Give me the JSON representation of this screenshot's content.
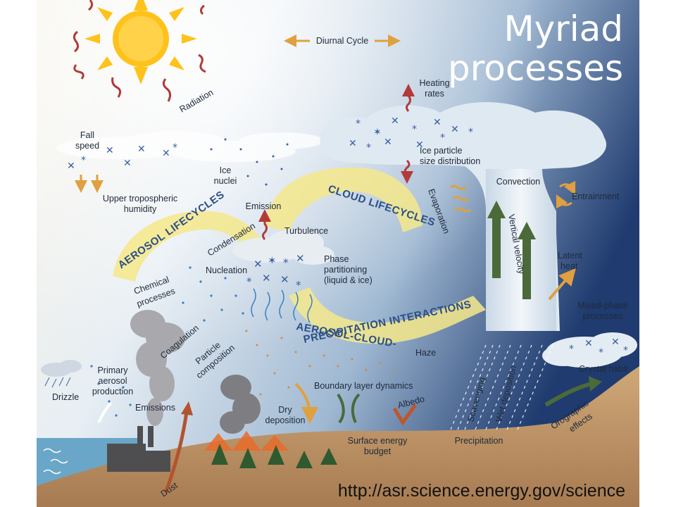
{
  "title": {
    "line1": "Myriad",
    "line2": "processes"
  },
  "source_url": "http://asr.science.energy.gov/science",
  "bands": {
    "cloud_lifecycles": "CLOUD LIFECYCLES",
    "aerosol_lifecycles": "AEROSOL LIFECYCLES",
    "aci_line1": "AEROSOL-CLOUD-",
    "aci_line2": "PRECIPITATION INTERACTIONS"
  },
  "labels": {
    "diurnal_cycle": "Diurnal Cycle",
    "heating_rates_1": "Heating",
    "heating_rates_2": "rates",
    "radiation": "Radiation",
    "fall_speed_1": "Fall",
    "fall_speed_2": "speed",
    "ice_nuclei_1": "Ice",
    "ice_nuclei_2": "nuclei",
    "ice_psd_1": "Ice particle",
    "ice_psd_2": "size distribution",
    "upper_trop_1": "Upper tropospheric",
    "upper_trop_2": "humidity",
    "emission": "Emission",
    "evaporation": "Evaporation",
    "convection": "Convection",
    "entrainment": "Entrainment",
    "condensation": "Condensation",
    "turbulence": "Turbulence",
    "nucleation": "Nucleation",
    "phase_1": "Phase",
    "phase_2": "partitioning",
    "phase_3": "(liquid & ice)",
    "vertical_velocity": "Vertical velocity",
    "latent_heat_1": "Latent",
    "latent_heat_2": "heat",
    "chemical_1": "Chemical",
    "chemical_2": "processes",
    "mixed_phase_1": "Mixed-phase",
    "mixed_phase_2": "processes",
    "coagulation": "Coagulation",
    "particle_comp_1": "Particle",
    "particle_comp_2": "composition",
    "haze": "Haze",
    "crystal_habit": "Crystal habit",
    "primary_1": "Primary",
    "primary_2": "aerosol",
    "primary_3": "production",
    "drizzle": "Drizzle",
    "boundary_layer": "Boundary layer dynamics",
    "scavenging": "Scavenging",
    "wet_deposition": "Wet deposition",
    "emissions": "Emissions",
    "dry_dep_1": "Dry",
    "dry_dep_2": "deposition",
    "albedo": "Albedo",
    "orographic_1": "Orographic",
    "orographic_2": "effects",
    "surface_energy_1": "Surface energy",
    "surface_energy_2": "budget",
    "precipitation": "Precipitation",
    "dust": "Dust"
  },
  "colors": {
    "sky_top": "#1e3a6e",
    "sky_light": "#eef4f8",
    "band_yellow": "#f4e88a",
    "band_text": "#2c4f86",
    "arrow_green": "#4a6a3a",
    "arrow_orange": "#e0a040",
    "arrow_red": "#b23a3a",
    "ground": "#c49a6c",
    "sun": "#ffc21a"
  }
}
